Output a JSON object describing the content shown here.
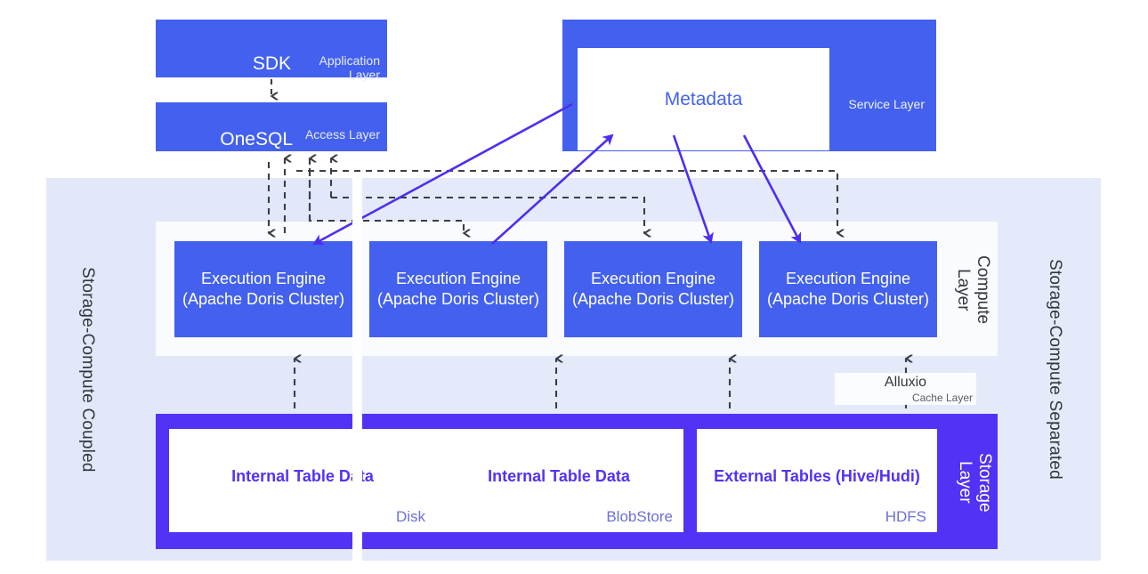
{
  "regions": {
    "coupled_label": "Storage-Compute Coupled",
    "separated_label": "Storage-Compute Separated",
    "compute_layer_label": "Compute Layer",
    "storage_layer_label": "Storage Layer"
  },
  "application": {
    "title": "SDK",
    "layer": "Application Layer"
  },
  "access": {
    "title": "OneSQL",
    "layer": "Access Layer"
  },
  "service": {
    "card_title": "Metadata",
    "layer": "Service Layer"
  },
  "compute": {
    "engines": [
      {
        "label": "Execution Engine (Apache Doris Cluster)"
      },
      {
        "label": "Execution Engine (Apache Doris Cluster)"
      },
      {
        "label": "Execution Engine (Apache Doris Cluster)"
      },
      {
        "label": "Execution Engine (Apache Doris Cluster)"
      }
    ]
  },
  "cache": {
    "title": "Alluxio",
    "layer": "Cache Layer"
  },
  "storage": {
    "items": [
      {
        "title": "Internal Table Data",
        "medium": "Disk"
      },
      {
        "title": "Internal Table Data",
        "medium": "BlobStore"
      },
      {
        "title": "External Tables (Hive/Hudi)",
        "medium": "HDFS"
      }
    ]
  },
  "colors": {
    "primary_blue": "#4361ee",
    "storage_purple": "#5232f5",
    "arrow_purple": "#4f2df0",
    "arrow_dashed": "#3a3f47",
    "band_light": "#e2e8f9",
    "panel_white": "#fafbfe"
  }
}
